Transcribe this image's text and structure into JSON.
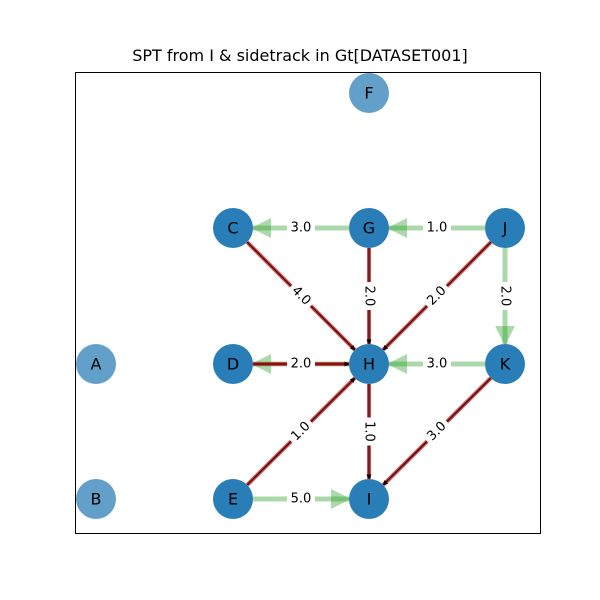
{
  "title": "SPT from I & sidetrack in Gt[DATASET001]",
  "colors": {
    "node": "#1f77b4",
    "spt_edge": "#d62728",
    "sidetrack_edge": "#2ca02c",
    "background": "#ffffff"
  },
  "nodes": [
    {
      "id": "A",
      "faded": true
    },
    {
      "id": "B",
      "faded": true
    },
    {
      "id": "C",
      "faded": false
    },
    {
      "id": "D",
      "faded": false
    },
    {
      "id": "E",
      "faded": false
    },
    {
      "id": "F",
      "faded": true
    },
    {
      "id": "G",
      "faded": false
    },
    {
      "id": "H",
      "faded": false
    },
    {
      "id": "I",
      "faded": false
    },
    {
      "id": "J",
      "faded": false
    },
    {
      "id": "K",
      "faded": false
    }
  ],
  "edges": [
    {
      "from": "C",
      "to": "H",
      "label": "4.0",
      "type": "spt"
    },
    {
      "from": "G",
      "to": "H",
      "label": "2.0",
      "type": "spt"
    },
    {
      "from": "J",
      "to": "H",
      "label": "2.0",
      "type": "spt"
    },
    {
      "from": "D",
      "to": "H",
      "label": "2.0",
      "type": "spt"
    },
    {
      "from": "E",
      "to": "H",
      "label": "1.0",
      "type": "spt"
    },
    {
      "from": "H",
      "to": "I",
      "label": "1.0",
      "type": "spt"
    },
    {
      "from": "K",
      "to": "I",
      "label": "3.0",
      "type": "spt"
    },
    {
      "from": "G",
      "to": "C",
      "label": "3.0",
      "type": "sidetrack"
    },
    {
      "from": "J",
      "to": "G",
      "label": "1.0",
      "type": "sidetrack"
    },
    {
      "from": "J",
      "to": "K",
      "label": "2.0",
      "type": "sidetrack"
    },
    {
      "from": "K",
      "to": "H",
      "label": "3.0",
      "type": "sidetrack"
    },
    {
      "from": "H",
      "to": "D",
      "label": "2.0",
      "type": "sidetrack"
    },
    {
      "from": "E",
      "to": "I",
      "label": "5.0",
      "type": "sidetrack"
    }
  ]
}
